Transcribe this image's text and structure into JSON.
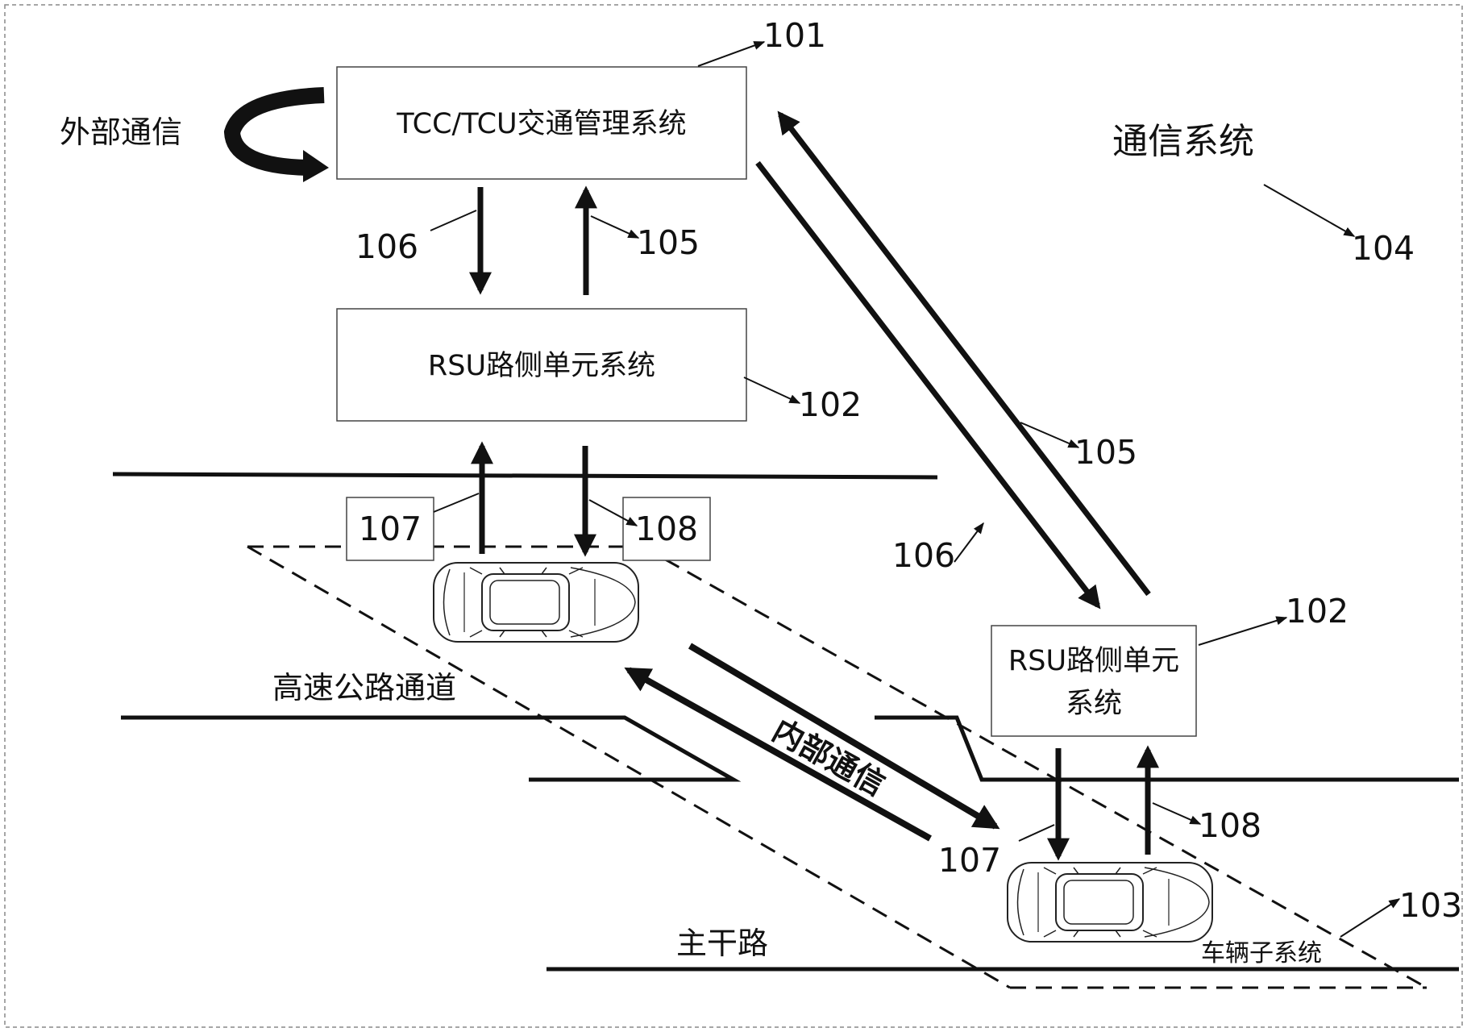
{
  "diagram": {
    "title": "通信系统",
    "external_comm": "外部通信",
    "internal_comm": "内部通信",
    "boxes": {
      "tcc": "TCC/TCU交通管理系统",
      "rsu_top": "RSU路侧单元系统",
      "rsu_right_line1": "RSU路侧单元",
      "rsu_right_line2": "系统"
    },
    "roads": {
      "highway": "高速公路通道",
      "arterial": "主干路"
    },
    "vehicle_subsystem": "车辆子系统",
    "refs": {
      "r101": "101",
      "r102a": "102",
      "r102b": "102",
      "r103": "103",
      "r104": "104",
      "r105a": "105",
      "r105b": "105",
      "r106a": "106",
      "r106b": "106",
      "r107a": "107",
      "r107b": "107",
      "r108a": "108",
      "r108b": "108"
    }
  }
}
